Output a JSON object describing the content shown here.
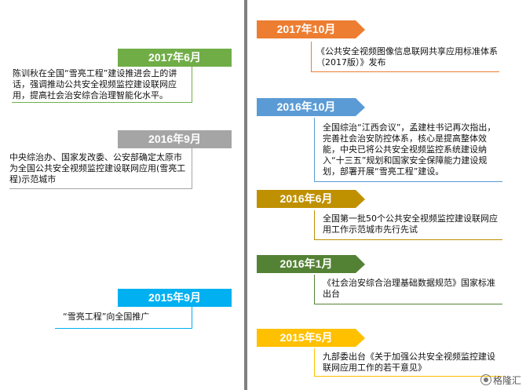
{
  "events": [
    {
      "side": "right",
      "date": "2017年10月",
      "color": "#ed7d31",
      "text": "《公共安全视频图像信息联网共享应用标准体系（2017版）》发布"
    },
    {
      "side": "left",
      "date": "2017年6月",
      "color": "#70ad47",
      "text": "陈训秋在全国“雪亮工程”建设推进会上的讲话，强调推动公共安全视频监控建设联网应用，提高社会治安综合治理智能化水平。"
    },
    {
      "side": "right",
      "date": "2016年10月",
      "color": "#5b9bd5",
      "text": "全国综治“江西会议”，孟建柱书记再次指出，完善社会治安防控体系，核心是提高整体效能，中央已将公共安全视频监控系统建设纳入“十三五”规划和国家安全保障能力建设规划，部署开展“雪亮工程”建设。"
    },
    {
      "side": "left",
      "date": "2016年9月",
      "color": "#a5a5a5",
      "text": "中央综治办、国家发改委、公安部确定太原市为全国公共安全视频监控建设联网应用(雪亮工程)示范城市"
    },
    {
      "side": "right",
      "date": "2016年6月",
      "color": "#bf9000",
      "text": "全国第一批50个公共安全视频监控建设联网应用工作示范城市先行先试"
    },
    {
      "side": "right",
      "date": "2016年1月",
      "color": "#548235",
      "text": "《社会治安综合治理基础数据规范》国家标准出台"
    },
    {
      "side": "left",
      "date": "2015年9月",
      "color": "#00b0f0",
      "text": "“雪亮工程”向全国推广"
    },
    {
      "side": "right",
      "date": "2015年5月",
      "color": "#ffc000",
      "text": "九部委出台《关于加强公共安全视频监控建设联网应用工作的若干意见》"
    }
  ],
  "watermark": "格隆汇"
}
